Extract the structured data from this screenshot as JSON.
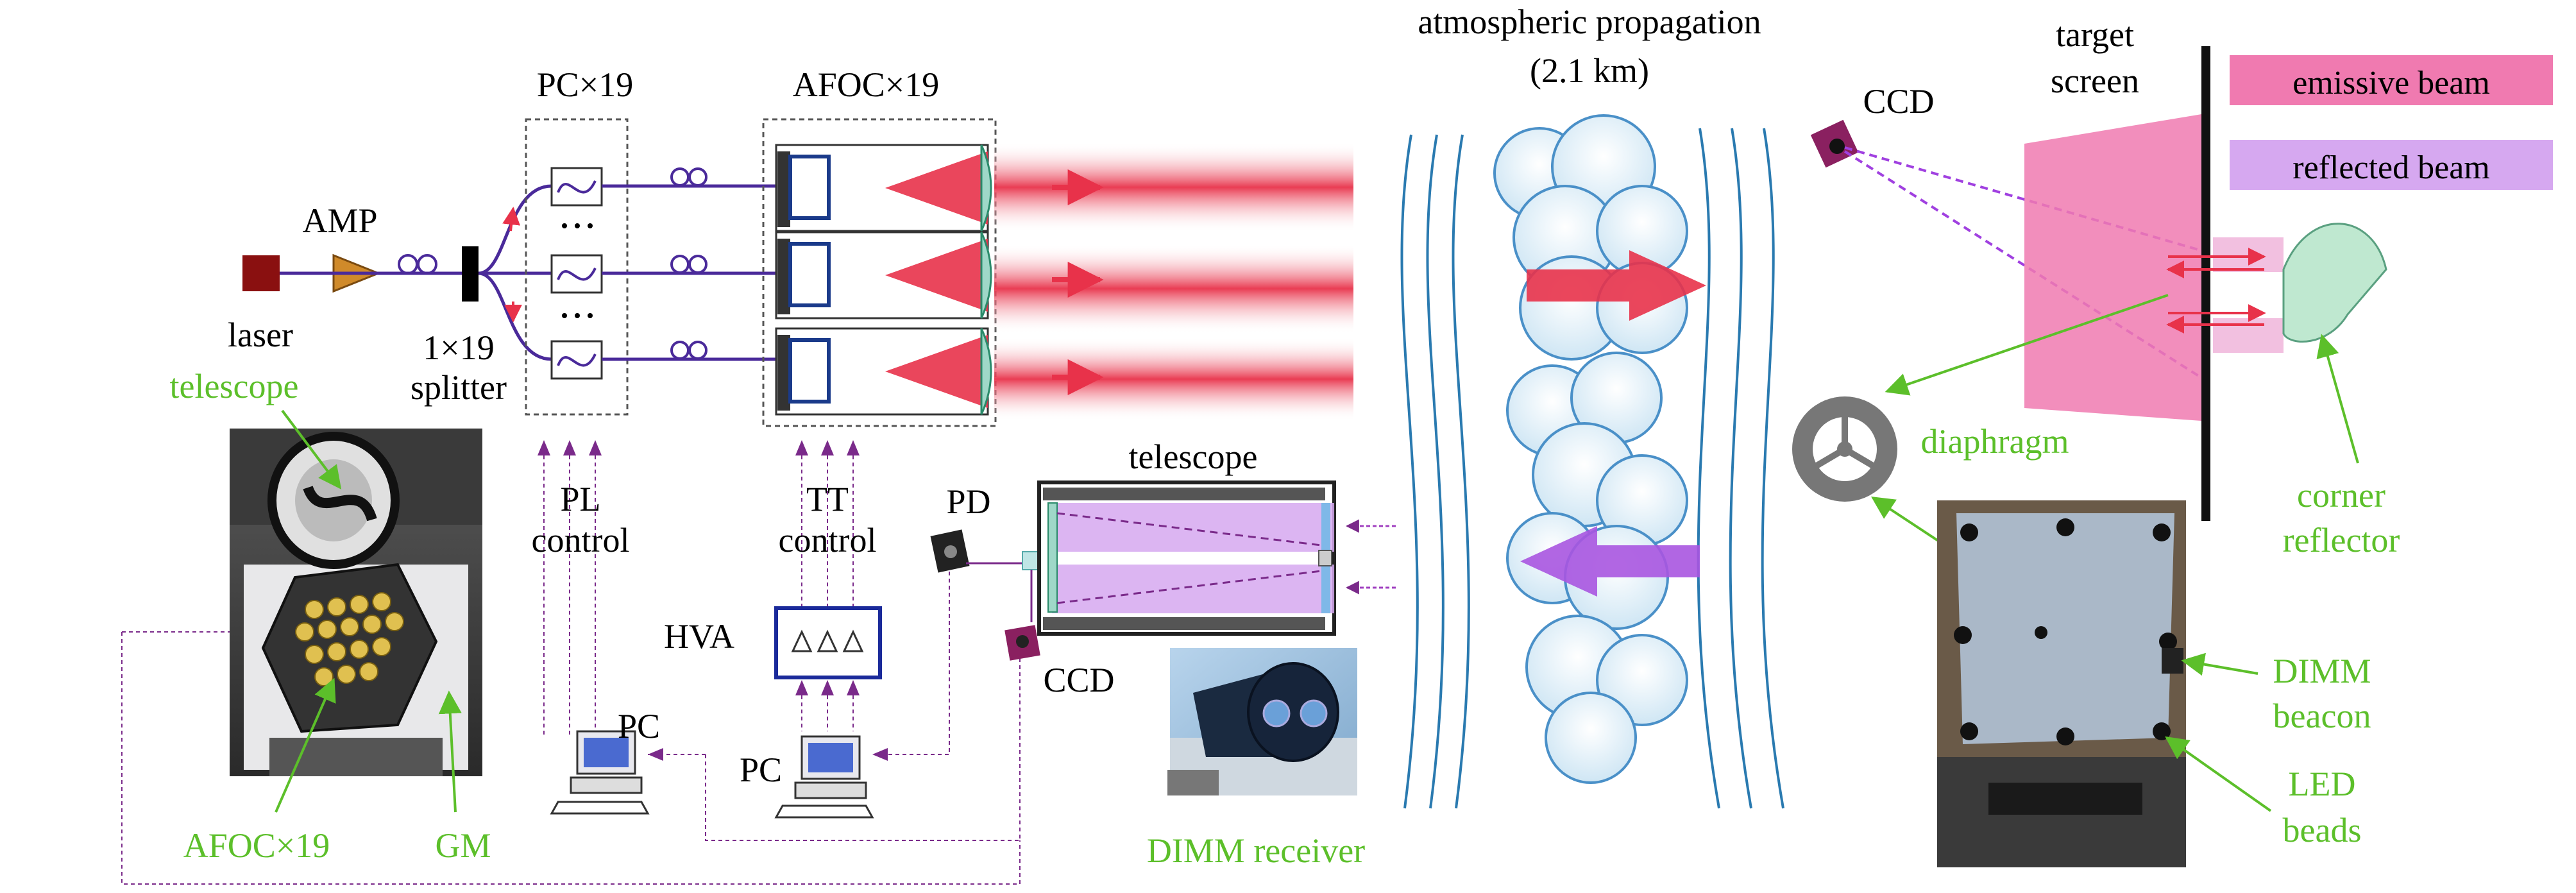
{
  "colors": {
    "fiber": "#4a2a9a",
    "beam": "#e8324a",
    "control": "#7a2a8a",
    "green_label": "#5cbf2a",
    "emissive": "#f07ab0",
    "reflected": "#d6a8f0",
    "cloud_edge": "#4a90c8",
    "lens": "#9fd8c8"
  },
  "labels": {
    "laser": "laser",
    "amp": "AMP",
    "splitter_line1": "1×19",
    "splitter_line2": "splitter",
    "pc_array": "PC×19",
    "afoc_array": "AFOC×19",
    "pl_control_1": "PL",
    "pl_control_2": "control",
    "tt_control_1": "TT",
    "tt_control_2": "control",
    "hva": "HVA",
    "pc_left": "PC",
    "pc_right": "PC",
    "pd": "PD",
    "telescope_receiver": "telescope",
    "ccd_receiver": "CCD",
    "dimm_receiver": "DIMM receiver",
    "photo_telescope": "telescope",
    "photo_afoc": "AFOC×19",
    "photo_gm": "GM",
    "propagation_1": "atmospheric propagation",
    "propagation_2": "(2.1 km)",
    "ccd_target": "CCD",
    "target_screen_1": "target",
    "target_screen_2": "screen",
    "emissive_beam": "emissive beam",
    "reflected_beam": "reflected beam",
    "diaphragm": "diaphragm",
    "corner_reflector_1": "corner",
    "corner_reflector_2": "reflector",
    "dimm_beacon_1": "DIMM",
    "dimm_beacon_2": "beacon",
    "led_beads_1": "LED",
    "led_beads_2": "beads"
  }
}
